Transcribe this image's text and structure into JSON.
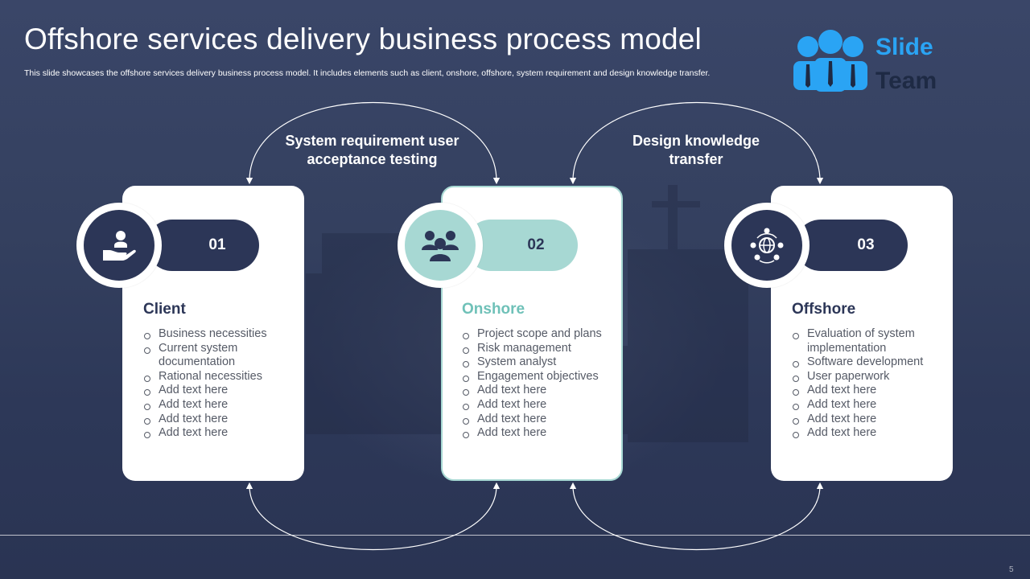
{
  "slide": {
    "title": "Offshore services delivery business process model",
    "subtitle": "This slide showcases the offshore services delivery business process model. It includes elements such as client, onshore, offshore, system requirement and design knowledge transfer.",
    "page_number": "5"
  },
  "logo": {
    "line1": "Slide",
    "line2": "Team",
    "icon": "people-group-icon",
    "colors": {
      "primary": "#2aa4f4",
      "secondary": "#1e2a44"
    }
  },
  "arcs": {
    "top_left_label": "System requirement user acceptance testing",
    "top_right_label": "Design knowledge transfer"
  },
  "cards": [
    {
      "number": "01",
      "title": "Client",
      "icon": "hand-with-person-icon",
      "items": [
        "Business necessities",
        "Current system documentation",
        "Rational necessities",
        "Add text here",
        "Add text here",
        "Add text here",
        "Add text here"
      ]
    },
    {
      "number": "02",
      "title": "Onshore",
      "icon": "team-group-icon",
      "items": [
        "Project scope and plans",
        "Risk management",
        "System analyst",
        "Engagement objectives",
        "Add text here",
        "Add text here",
        "Add text here",
        "Add text here"
      ]
    },
    {
      "number": "03",
      "title": "Offshore",
      "icon": "globe-network-icon",
      "items": [
        "Evaluation of system implementation",
        "Software development",
        "User paperwork",
        "Add text here",
        "Add text here",
        "Add text here",
        "Add text here"
      ]
    }
  ],
  "colors": {
    "navy": "#2c3657",
    "teal": "#a7d8d3",
    "teal_text": "#6fc1b8",
    "background": "#2f3a5c"
  }
}
